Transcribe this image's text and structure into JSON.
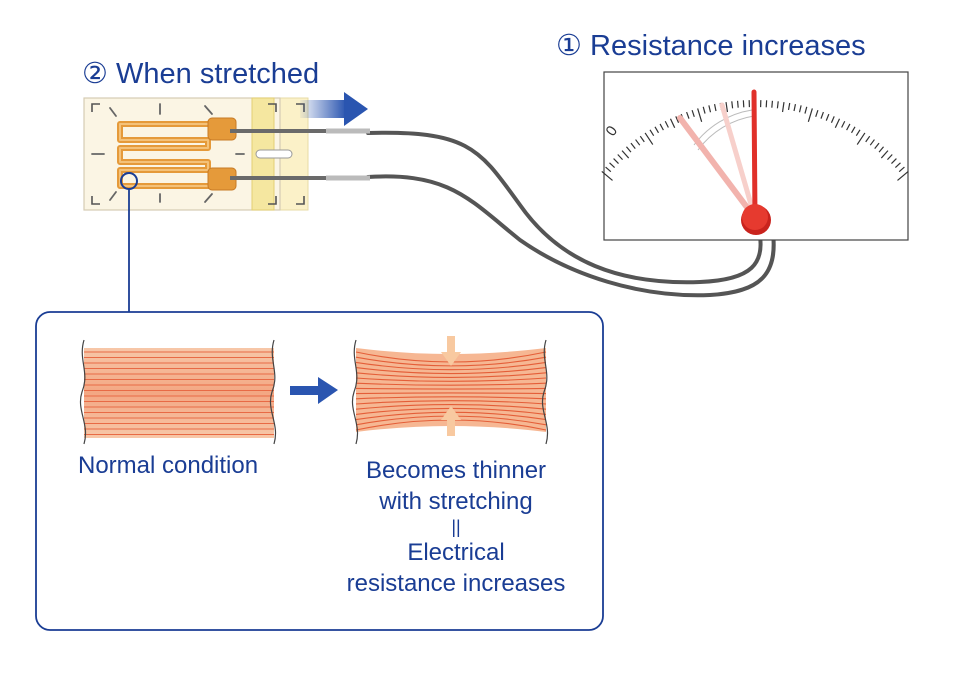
{
  "labels": {
    "step2_title": "② When stretched",
    "step1_title": "① Resistance increases",
    "normal_condition": "Normal condition",
    "thinner_line1": "Becomes thinner",
    "thinner_line2": "with stretching",
    "equals_symbol": "||",
    "result_line1": "Electrical",
    "result_line2": "resistance increases"
  },
  "meter": {
    "zero_label": "0"
  },
  "colors": {
    "text": "#1a3d94",
    "wire": "#5a5a5a",
    "needle": "#e0302a",
    "foil": "#e89a3c",
    "fiber": "#e86a45",
    "arrow": "#2a55b0",
    "frame": "#1a3d94"
  }
}
